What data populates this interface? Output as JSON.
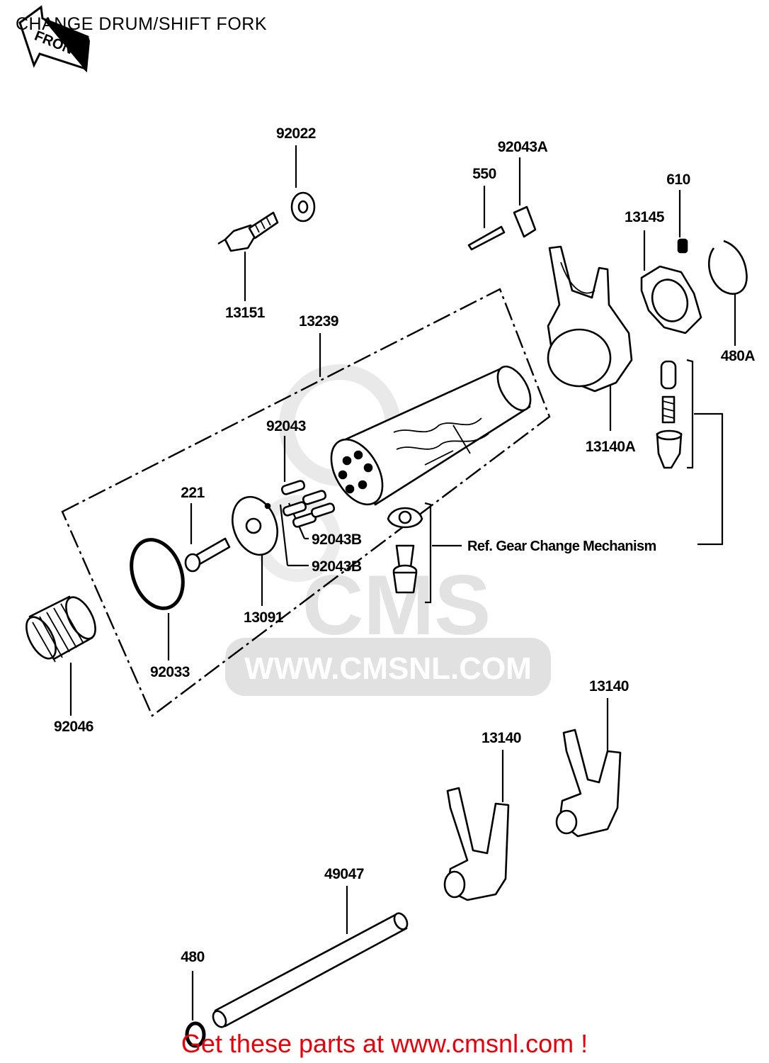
{
  "title": "CHANGE DRUM/SHIFT FORK",
  "front_arrow_label": "FRONT",
  "watermark": {
    "letters": "CMS",
    "url": "WWW.CMSNL.COM"
  },
  "footer_text": "Get these parts at www.cmsnl.com !",
  "reference_label": "Ref.  Gear Change Mechanism",
  "part_labels": {
    "p92022": "92022",
    "p13151": "13151",
    "p13239": "13239",
    "p92043A": "92043A",
    "p550": "550",
    "p610": "610",
    "p13145": "13145",
    "p480A": "480A",
    "p13140A": "13140A",
    "p92043": "92043",
    "p221": "221",
    "p92043B_1": "92043B",
    "p92043B_2": "92043B",
    "p13091": "13091",
    "p92033": "92033",
    "p92046": "92046",
    "p13140_1": "13140",
    "p13140_2": "13140",
    "p49047": "49047",
    "p480": "480"
  },
  "colors": {
    "footer": "#e8000b",
    "line": "#000000",
    "watermark": "#c9c9c9"
  }
}
